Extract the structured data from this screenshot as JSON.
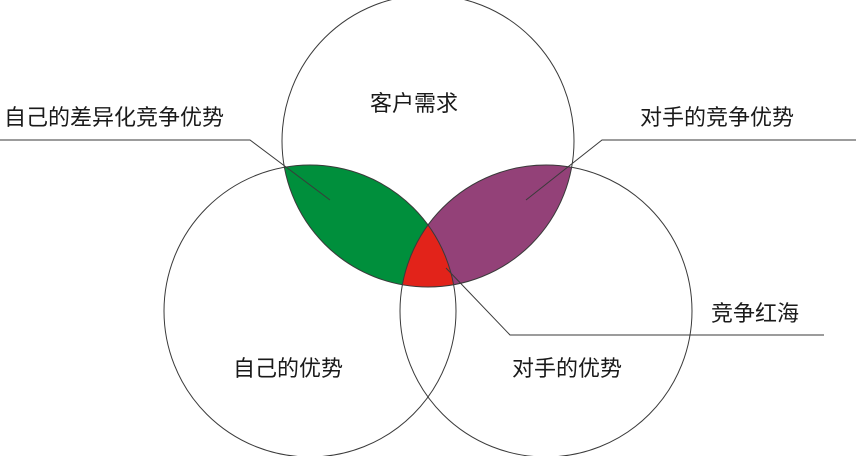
{
  "diagram": {
    "circles": {
      "customer_needs": "客户需求",
      "own_strengths": "自己的优势",
      "rival_strengths": "对手的优势"
    },
    "regions": {
      "own_differentiated_advantage": "自己的差异化竞争优势",
      "rival_competitive_advantage": "对手的竞争优势",
      "red_sea": "竞争红海"
    },
    "colors": {
      "own_differentiated_advantage": "#008f3c",
      "rival_competitive_advantage": "#934178",
      "red_sea": "#e2231a",
      "outline": "#3a3a3a"
    }
  }
}
